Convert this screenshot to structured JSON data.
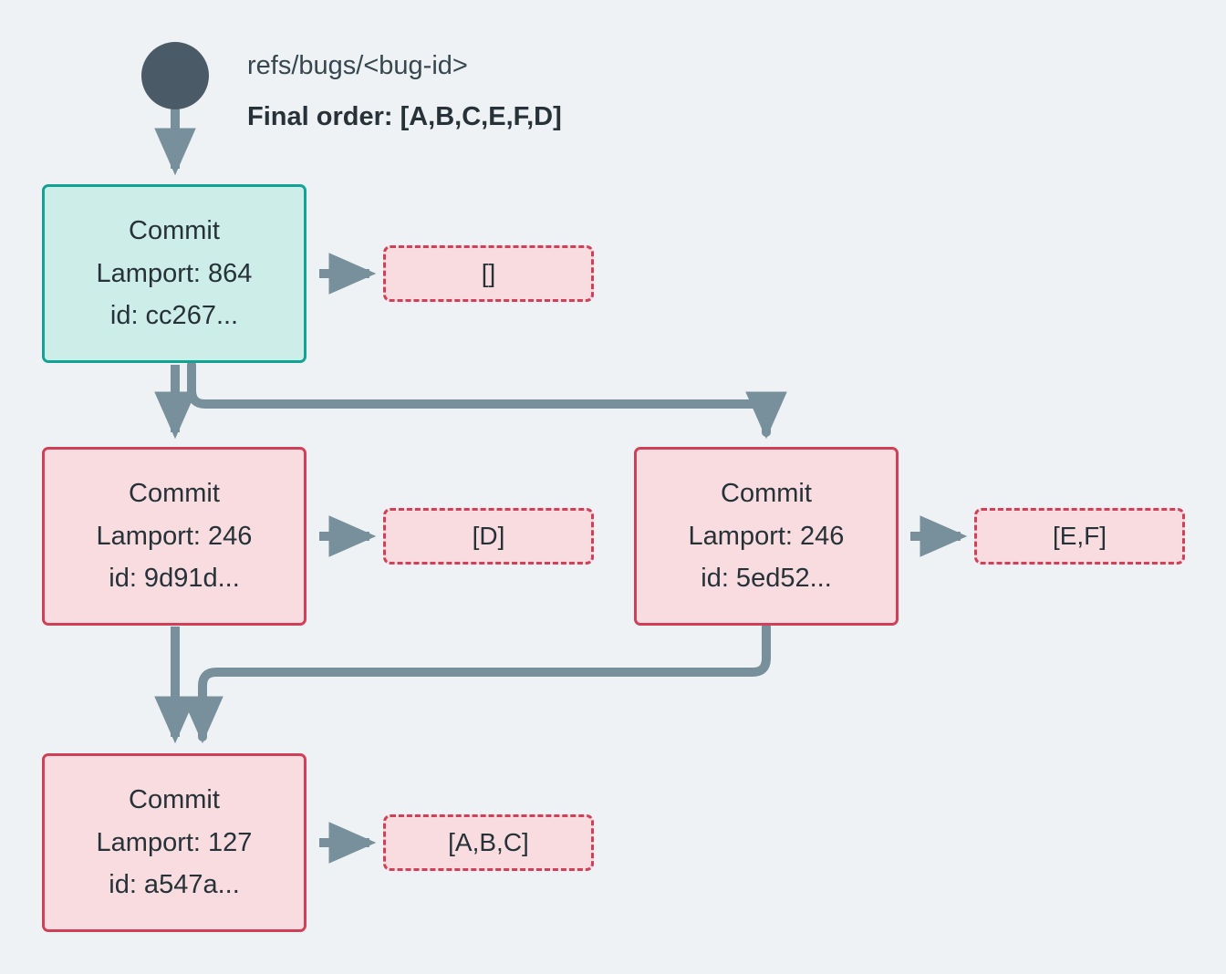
{
  "diagram": {
    "background_color": "#eef2f5",
    "root": {
      "dot_name": "root-node-dot",
      "ref_label": "refs/bugs/<bug-id>",
      "final_order_label": "Final order: [A,B,C,E,F,D]"
    },
    "colors": {
      "teal_fill": "#cdede9",
      "teal_border": "#13a394",
      "pink_fill": "#f8dce0",
      "pink_border": "#d14059",
      "edge": "#78909c",
      "root_dot": "#4a5a66",
      "text": "#263238"
    },
    "nodes": [
      {
        "id": "commit-cc267",
        "style": "teal",
        "title": "Commit",
        "lamport": "Lamport: 864",
        "commit_id": "id: cc267...",
        "ops_label": "[]"
      },
      {
        "id": "commit-9d91d",
        "style": "pink",
        "title": "Commit",
        "lamport": "Lamport: 246",
        "commit_id": "id: 9d91d...",
        "ops_label": "[D]"
      },
      {
        "id": "commit-5ed52",
        "style": "pink",
        "title": "Commit",
        "lamport": "Lamport: 246",
        "commit_id": "id: 5ed52...",
        "ops_label": "[E,F]"
      },
      {
        "id": "commit-a547a",
        "style": "pink",
        "title": "Commit",
        "lamport": "Lamport: 127",
        "commit_id": "id: a547a...",
        "ops_label": "[A,B,C]"
      }
    ],
    "edges": [
      {
        "from": "root",
        "to": "commit-cc267"
      },
      {
        "from": "commit-cc267",
        "to": "commit-9d91d"
      },
      {
        "from": "commit-cc267",
        "to": "commit-5ed52"
      },
      {
        "from": "commit-9d91d",
        "to": "commit-a547a"
      },
      {
        "from": "commit-5ed52",
        "to": "commit-a547a"
      },
      {
        "from": "commit-cc267",
        "to": "ops-cc267"
      },
      {
        "from": "commit-9d91d",
        "to": "ops-9d91d"
      },
      {
        "from": "commit-5ed52",
        "to": "ops-5ed52"
      },
      {
        "from": "commit-a547a",
        "to": "ops-a547a"
      }
    ]
  }
}
